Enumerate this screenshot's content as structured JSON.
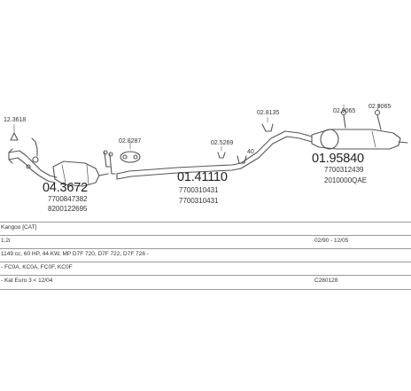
{
  "parts": [
    {
      "id": "p-12-3618",
      "code": "12.3618"
    },
    {
      "id": "p-04-3672",
      "code": "04.3672",
      "refs": [
        "7700847382",
        "8200122695"
      ]
    },
    {
      "id": "p-02-8287",
      "code": "02.8287"
    },
    {
      "id": "p-01-41110",
      "code": "01.41110",
      "refs": [
        "7700310431",
        "7700310431"
      ]
    },
    {
      "id": "p-02-5269",
      "code": "02.5269"
    },
    {
      "id": "p-02-8135",
      "code": "02.8135"
    },
    {
      "id": "p-02-9065",
      "code": "02.9065"
    },
    {
      "id": "p-02-9065b",
      "code": "02.9065"
    },
    {
      "id": "p-01-95840",
      "code": "01.95840",
      "refs": [
        "7700312439",
        "2010000QAE"
      ]
    }
  ],
  "annotations": {
    "length": "40"
  },
  "specs": {
    "model": "Kangoo [CAT]",
    "engine": "1.2i",
    "years": "02/90 - 12/05",
    "power": "1149 cc, 60 HP, 44 KW, MP D7F 720, D7F 722, D7F 726 -",
    "variants": "- FC0A, KC0A, FC0F, KC0F",
    "norm": "- Kat Euro 3 < 12/04",
    "catalog": "C280128"
  }
}
